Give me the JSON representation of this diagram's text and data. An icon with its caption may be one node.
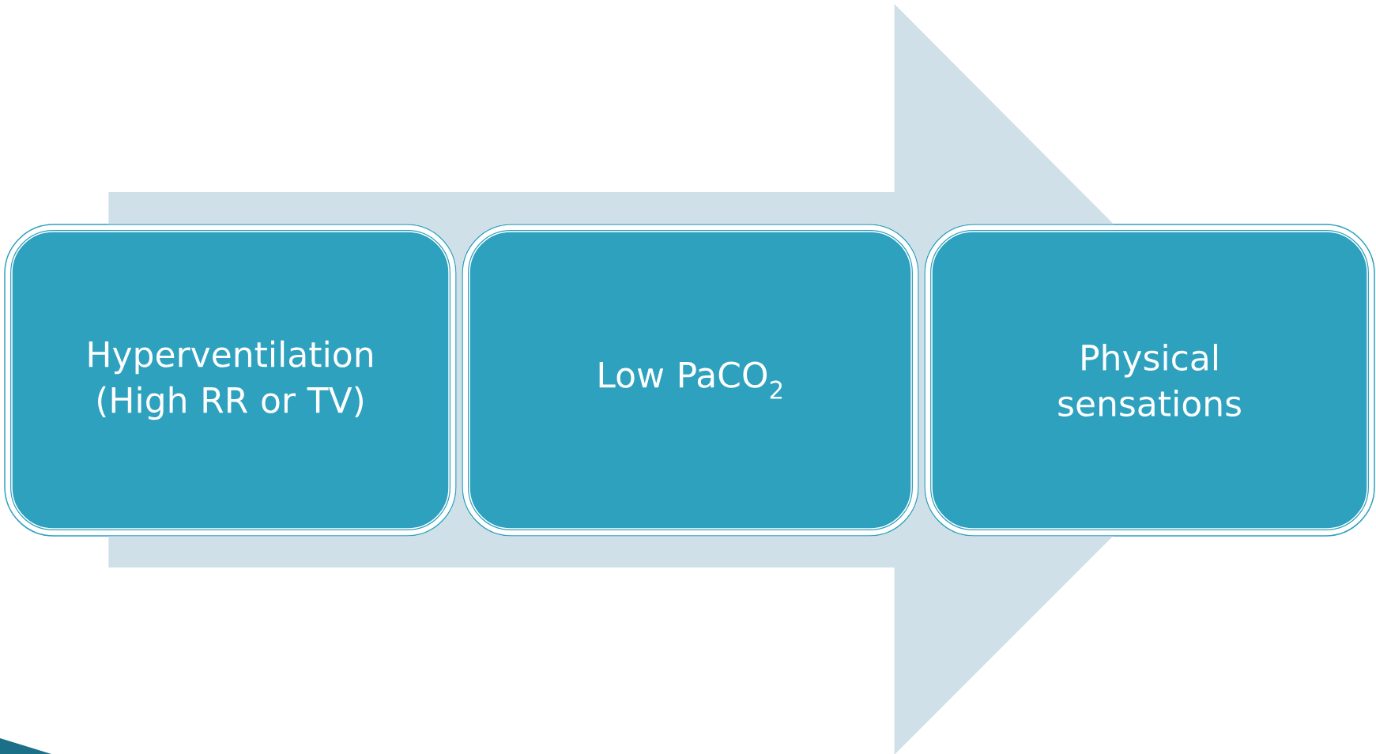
{
  "diagram": {
    "nodes": [
      {
        "text": [
          "Hyperventilation (High RR or TV)"
        ]
      },
      {
        "text": [
          "Low PaCO$_{2}$"
        ]
      },
      {
        "text": [
          "Physical sensations"
        ]
      }
    ],
    "edges": [
      {
        "from": 0,
        "to": 2,
        "arrow": "to"
      }
    ]
  }
}
